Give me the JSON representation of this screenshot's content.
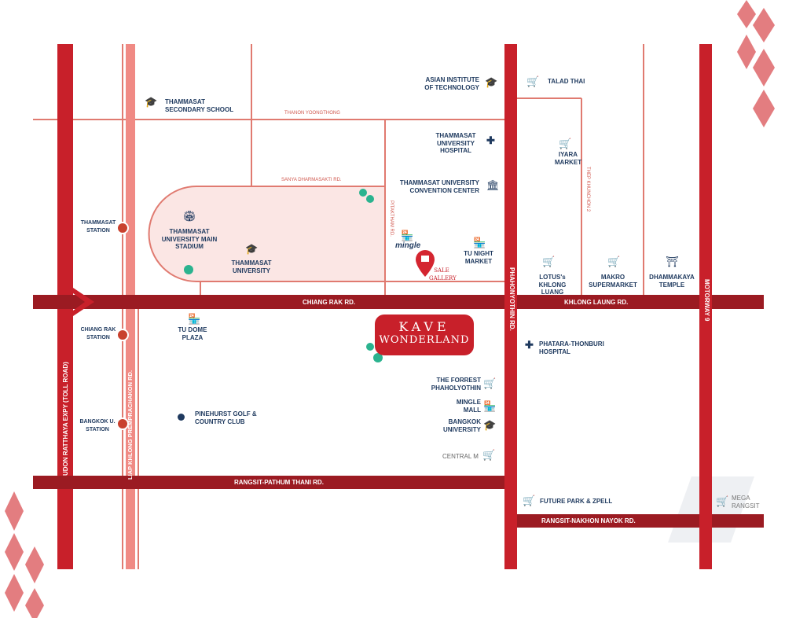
{
  "brand": {
    "line1": "KAVE",
    "line2": "WONDERLAND"
  },
  "sale_gallery": "SALE GALLERY",
  "roads": {
    "udon": "UDON RATTHAYA EXPY (TOLL ROAD)",
    "liap": "LIAP KHLONG PREMPRACHAKON RD.",
    "chiang_rak": "CHIANG RAK RD.",
    "khlong_laung": "KHLONG LAUNG RD.",
    "rangsit_pathum": "RANGSIT-PATHUM THANI RD.",
    "rangsit_nakhon": "RANGSIT-NAKHON NAYOK RD.",
    "phahonyothin": "PHAHONYOTHIN RD.",
    "motorway": "MOTORWAY 9",
    "yoongthong": "THANON YOONGTHONG",
    "sanya": "SANYA DHARMASAKTI RD.",
    "pitaktham": "PITAKTHAM RD.",
    "thep": "THEP KHUNCHON 2"
  },
  "stations": [
    "THAMMASAT STATION",
    "CHIANG RAK STATION",
    "BANGKOK U. STATION"
  ],
  "places": {
    "ait": "ASIAN INSTITUTE OF TECHNOLOGY",
    "talad_thai": "TALAD THAI",
    "tu_secondary": "THAMMASAT SECONDARY SCHOOL",
    "tu_hospital": "THAMMASAT UNIVERSITY HOSPITAL",
    "iyara": "IYARA MARKET",
    "tu_convention": "THAMMASAT UNIVERSITY CONVENTION CENTER",
    "tu_stadium": "THAMMASAT UNIVERSITY MAIN STADIUM",
    "tu": "THAMMASAT UNIVERSITY",
    "mingle": "mingle",
    "tu_night": "TU NIGHT MARKET",
    "lotus": "LOTUS's KHLONG LUANG",
    "makro": "MAKRO SUPERMARKET",
    "dhammakaya": "DHAMMAKAYA TEMPLE",
    "tu_dome": "TU DOME PLAZA",
    "phatara": "PHATARA-THONBURI HOSPITAL",
    "forrest": "THE FORREST PHAHOLYOTHIN",
    "mingle_mall": "MINGLE MALL",
    "bu": "BANGKOK UNIVERSITY",
    "central": "CENTRAL M",
    "pinehurst": "PINEHURST GOLF & COUNTRY CLUB",
    "future_park": "FUTURE PARK & ZPELL",
    "mega": "MEGA RANGSIT"
  },
  "colors": {
    "road": "#c8202a",
    "road_dark": "#9b1b22",
    "minor": "#e07a70",
    "text": "#1f3a5f"
  }
}
